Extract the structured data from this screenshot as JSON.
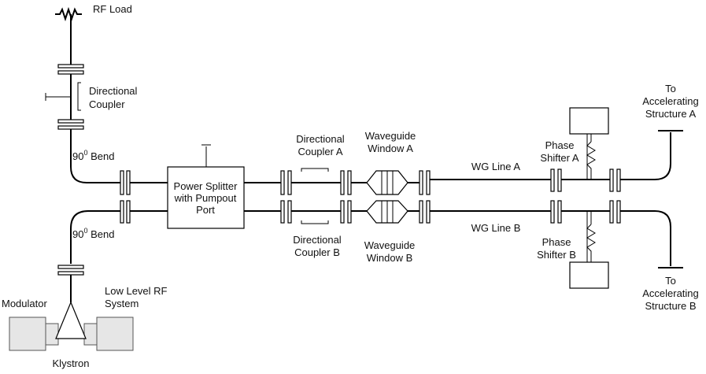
{
  "labels": {
    "rf_load": "RF Load",
    "directional_coupler": [
      "Directional",
      "Coupler"
    ],
    "bend_top": "90",
    "bend_top_sup": "0",
    "bend_top_rest": " Bend",
    "bend_bottom": "90",
    "bend_bottom_sup": "0",
    "bend_bottom_rest": " Bend",
    "power_splitter": [
      "Power Splitter",
      "with Pumpout",
      "Port"
    ],
    "directional_coupler_a": [
      "Directional",
      "Coupler A"
    ],
    "directional_coupler_b": [
      "Directional",
      "Coupler B"
    ],
    "waveguide_window_a": [
      "Waveguide",
      "Window A"
    ],
    "waveguide_window_b": [
      "Waveguide",
      "Window B"
    ],
    "wg_line_a": "WG Line A",
    "wg_line_b": "WG Line B",
    "phase_shifter_a": [
      "Phase",
      "Shifter A"
    ],
    "phase_shifter_b": [
      "Phase",
      "Shifter B"
    ],
    "to_structure_a": [
      "To",
      "Accelerating",
      "Structure A"
    ],
    "to_structure_b": [
      "To",
      "Accelerating",
      "Structure B"
    ],
    "modulator": "Modulator",
    "low_level_rf": [
      "Low Level RF",
      "System"
    ],
    "klystron": "Klystron"
  }
}
